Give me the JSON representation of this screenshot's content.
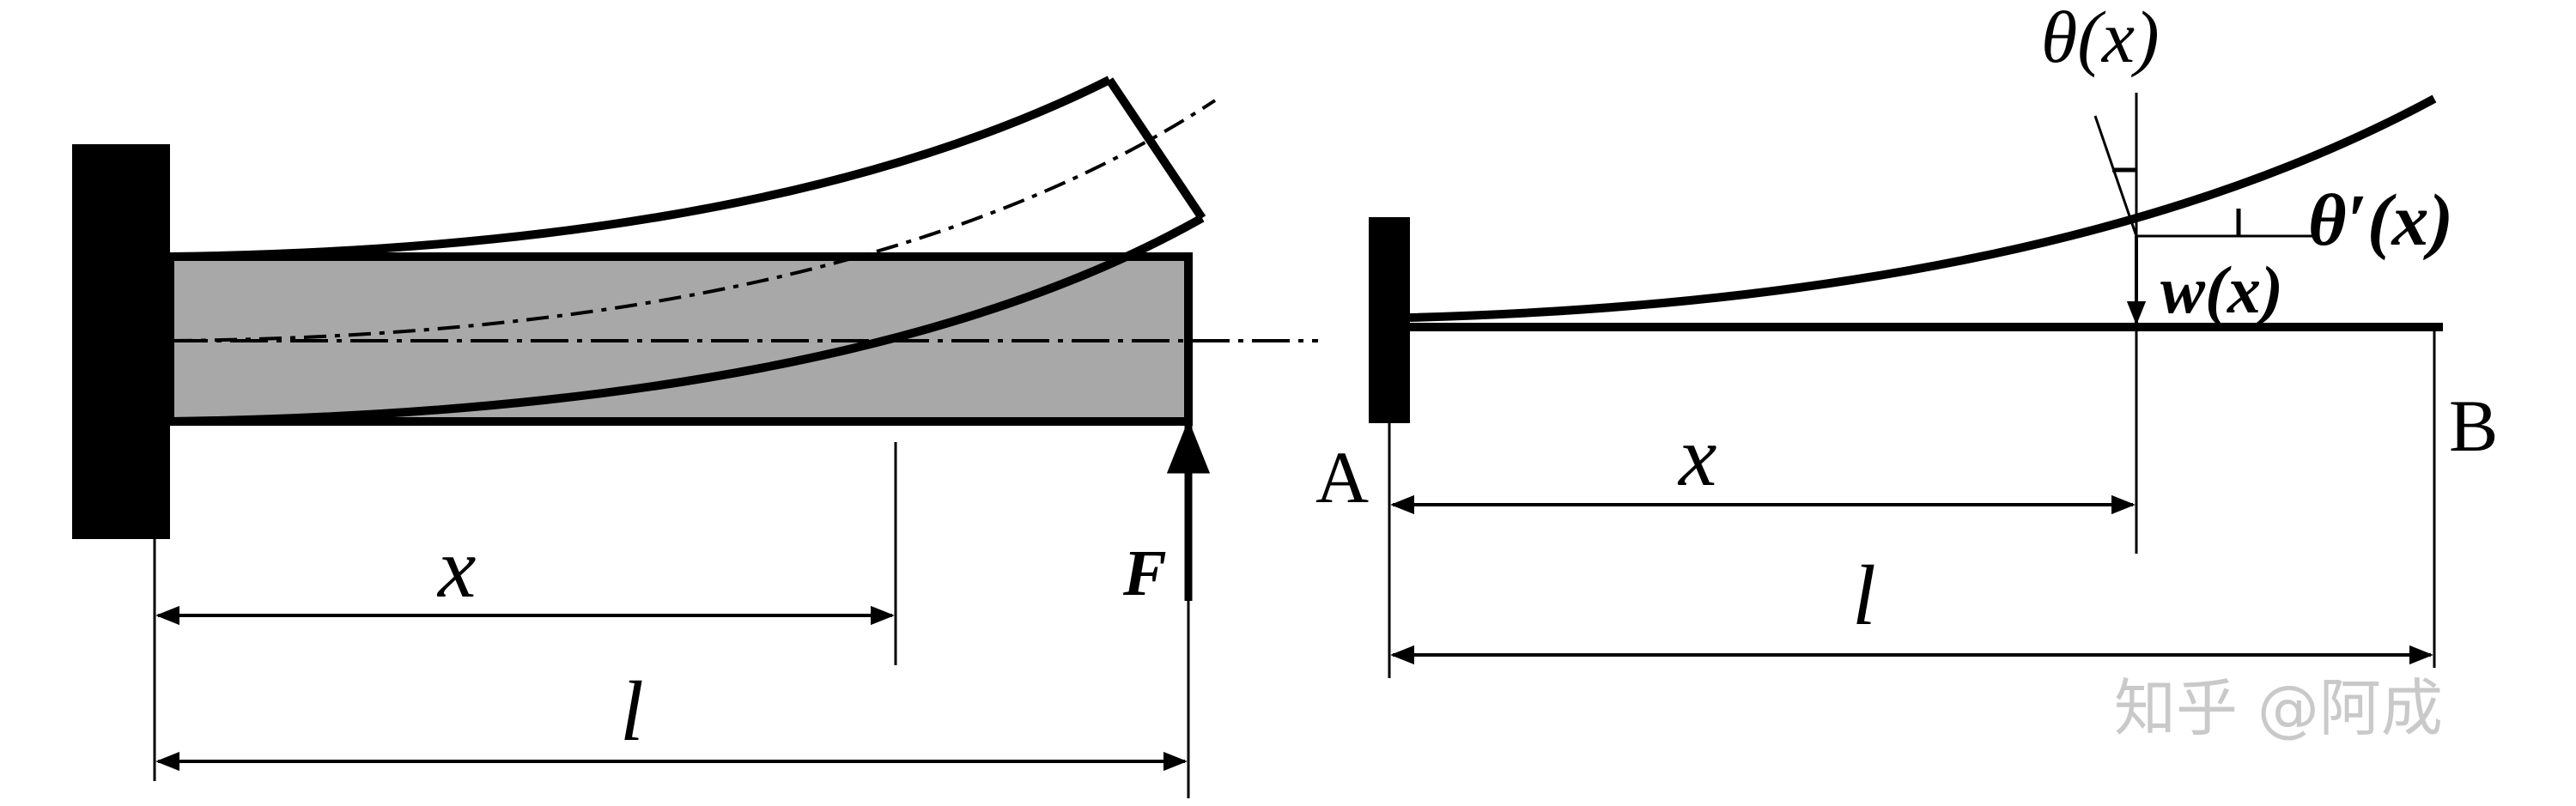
{
  "left_diagram": {
    "label_x": "x",
    "label_l": "l",
    "label_F": "F"
  },
  "right_diagram": {
    "label_theta": "θ(x)",
    "label_theta_prime": "θ′(x)",
    "label_w": "w(x)",
    "label_A": "A",
    "label_B": "B",
    "label_x": "x",
    "label_l": "l"
  },
  "watermark": "知乎 @阿成",
  "colors": {
    "beam_fill": "#a8a8a8",
    "ink": "#000000",
    "watermark": "#c9c9c9"
  }
}
